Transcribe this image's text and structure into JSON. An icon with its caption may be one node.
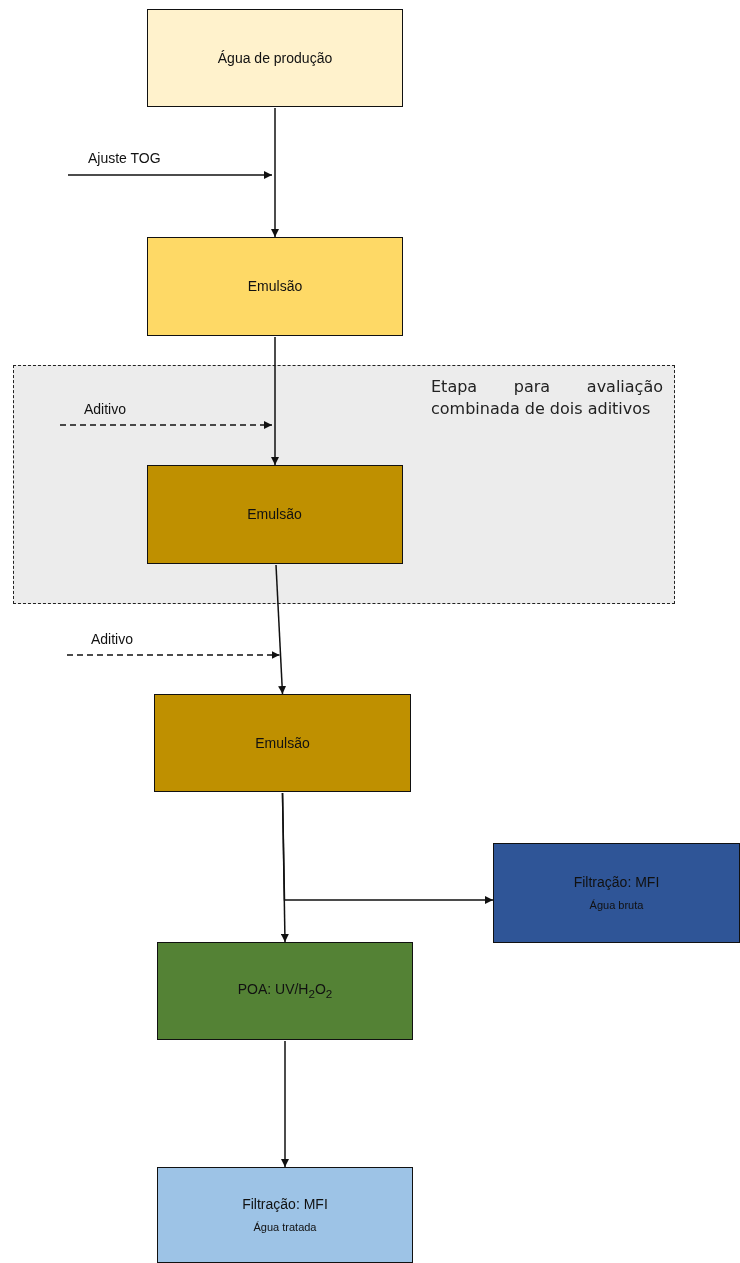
{
  "diagram": {
    "nodes": [
      {
        "text": [
          "Água de produção"
        ]
      },
      {
        "text": [
          "Emulsão"
        ]
      },
      {
        "text": [
          "Etapa para avaliação combinada de dois aditivos"
        ]
      },
      {
        "text": [
          "Emulsão"
        ],
        "in": 2
      },
      {
        "text": [
          "Emulsão"
        ]
      },
      {
        "text": [
          "Filtração: MFI",
          "Água bruta"
        ]
      },
      {
        "text": [
          "POA: UV/H$_{2}$O$_{2}$"
        ]
      },
      {
        "text": [
          "Filtração: MFI",
          "Água tratada"
        ]
      }
    ],
    "edges": [
      {
        "from": 0,
        "to": 1,
        "arrow": "to"
      },
      {
        "from": null,
        "to": 1,
        "arrow": "to",
        "label": "Ajuste TOG"
      },
      {
        "from": 1,
        "to": 3,
        "arrow": "to"
      },
      {
        "from": null,
        "to": 3,
        "arrow": "to",
        "label": "Aditivo",
        "style": "dashed"
      },
      {
        "from": 3,
        "to": 4,
        "arrow": "to"
      },
      {
        "from": null,
        "to": 4,
        "arrow": "to",
        "label": "Aditivo",
        "style": "dashed"
      },
      {
        "from": 4,
        "to": 6,
        "arrow": "to"
      },
      {
        "from": 4,
        "to": 5,
        "arrow": "to"
      },
      {
        "from": 6,
        "to": 7,
        "arrow": "to"
      }
    ]
  }
}
